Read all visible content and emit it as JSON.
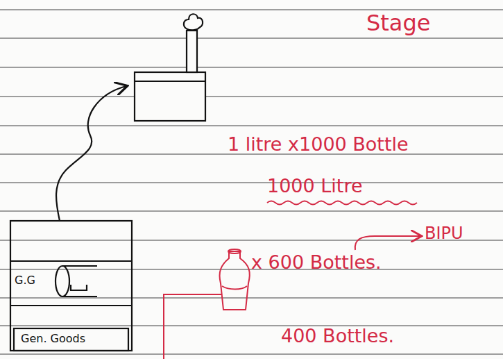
{
  "diagram": {
    "nodes": [
      {
        "text": [
          "G.G"
        ]
      },
      {
        "text": [
          "Gen. Goods"
        ]
      }
    ],
    "labels": [
      "Stage",
      "1 litre x1000 Bottle",
      "1000 Litre",
      "BIPU",
      "x 600 Bottles.",
      "400 Bottles."
    ]
  }
}
